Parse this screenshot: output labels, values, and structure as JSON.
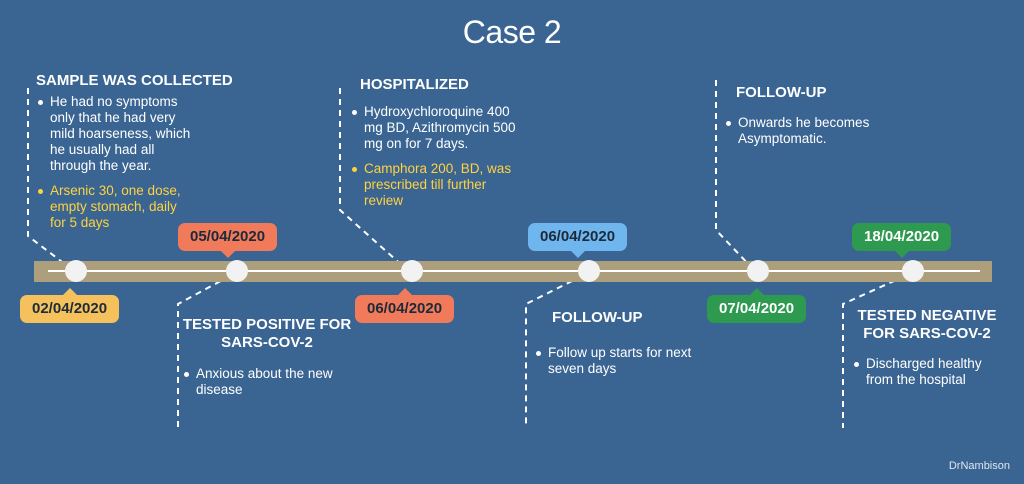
{
  "title": "Case 2",
  "credit": "DrNambison",
  "colors": {
    "background": "#3a6593",
    "track": "#ad9f7c",
    "yellow": "#f4c15c",
    "orange": "#f07a5a",
    "blue": "#6fb5ee",
    "green": "#2e9a50",
    "highlight_text": "#ffd23f"
  },
  "events": [
    {
      "date": "02/04/2020",
      "heading": "SAMPLE WAS COLLECTED",
      "bullets": [
        {
          "text": "He had no symptoms only that he had very mild hoarseness, which he usually had all through the year.",
          "highlight": false
        },
        {
          "text": "Arsenic 30, one dose, empty stomach, daily for 5 days",
          "highlight": true
        }
      ]
    },
    {
      "date": "05/04/2020",
      "heading": "TESTED POSITIVE FOR SARS-COV-2",
      "bullets": [
        {
          "text": "Anxious about the new disease",
          "highlight": false
        }
      ]
    },
    {
      "date": "06/04/2020",
      "heading": "HOSPITALIZED",
      "bullets": [
        {
          "text": "Hydroxychloroquine 400 mg BD, Azithromycin 500 mg on for 7 days.",
          "highlight": false
        },
        {
          "text": "Camphora 200, BD, was prescribed till further review",
          "highlight": true
        }
      ]
    },
    {
      "date": "06/04/2020",
      "heading": "FOLLOW-UP",
      "bullets": [
        {
          "text": "Follow up starts for next seven days",
          "highlight": false
        }
      ]
    },
    {
      "date": "07/04/2020",
      "heading": "FOLLOW-UP",
      "bullets": [
        {
          "text": "Onwards he becomes Asymptomatic.",
          "highlight": false
        }
      ]
    },
    {
      "date": "18/04/2020",
      "heading": "TESTED NEGATIVE FOR SARS-COV-2",
      "bullets": [
        {
          "text": "Discharged healthy from the hospital",
          "highlight": false
        }
      ]
    }
  ]
}
